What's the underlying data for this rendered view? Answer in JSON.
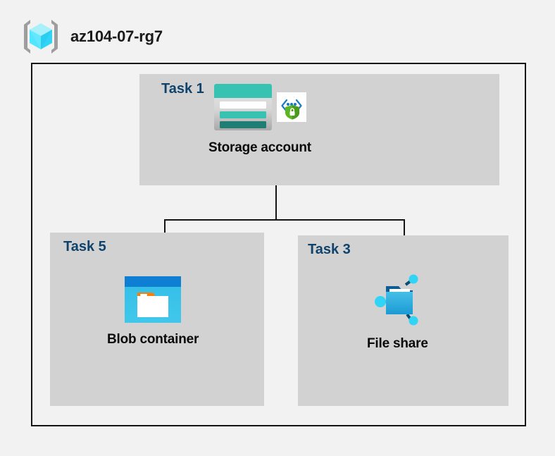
{
  "header": {
    "icon": "resource-group-cube-icon",
    "title": "az104-07-rg7"
  },
  "diagram": {
    "background_color": "#f2f2f2",
    "panel_color": "#d2d2d2",
    "border_color": "#141414",
    "task_label_color": "#10436c",
    "nodes": [
      {
        "id": "storage-account",
        "task_label": "Task 1",
        "caption": "Storage account",
        "icons": [
          "storage-account-icon",
          "secure-endpoint-shield-icon"
        ]
      },
      {
        "id": "blob-container",
        "task_label": "Task 5",
        "caption": "Blob container",
        "icons": [
          "blob-container-icon"
        ]
      },
      {
        "id": "file-share",
        "task_label": "Task 3",
        "caption": "File share",
        "icons": [
          "file-share-icon"
        ]
      }
    ]
  }
}
